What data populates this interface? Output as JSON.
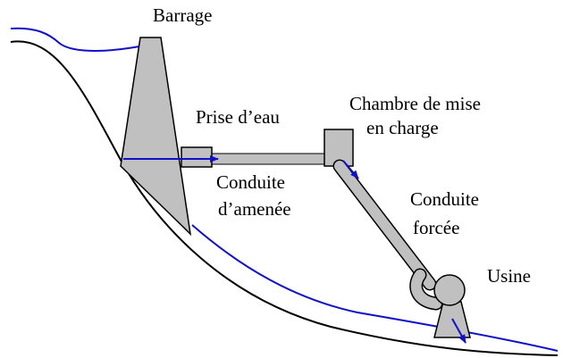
{
  "labels": {
    "dam": "Barrage",
    "water_intake": "Prise d’eau",
    "surge_chamber_line1": "Chambre de mise",
    "surge_chamber_line2": "en charge",
    "headrace_line1": "Conduite",
    "headrace_line2": "d’amenée",
    "penstock_line1": "Conduite",
    "penstock_line2": "forcée",
    "plant": "Usine"
  },
  "colors": {
    "structure_fill": "#c0c0c0",
    "outline": "#000000",
    "water": "#1010c8"
  }
}
